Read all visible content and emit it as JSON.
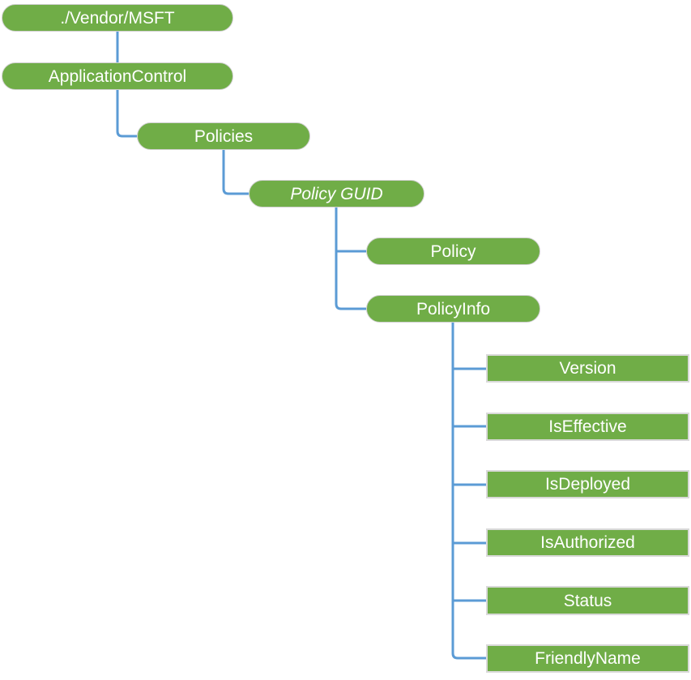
{
  "diagram": {
    "type": "tree",
    "colors": {
      "node_fill": "#70AD47",
      "node_text": "#FFFFFF",
      "connector_line": "#5B9BD5",
      "leaf_border": "#D9D9D9"
    },
    "nodes": {
      "vendor_msft": {
        "label": "./Vendor/MSFT",
        "shape": "rounded",
        "parent": null
      },
      "application_control": {
        "label": "ApplicationControl",
        "shape": "rounded",
        "parent": "vendor_msft"
      },
      "policies": {
        "label": "Policies",
        "shape": "rounded",
        "parent": "application_control"
      },
      "policy_guid": {
        "label": "Policy GUID",
        "shape": "rounded",
        "style": "italic",
        "parent": "policies"
      },
      "policy": {
        "label": "Policy",
        "shape": "rounded",
        "parent": "policy_guid"
      },
      "policy_info": {
        "label": "PolicyInfo",
        "shape": "rounded",
        "parent": "policy_guid"
      },
      "version": {
        "label": "Version",
        "shape": "rectangle",
        "parent": "policy_info"
      },
      "is_effective": {
        "label": "IsEffective",
        "shape": "rectangle",
        "parent": "policy_info"
      },
      "is_deployed": {
        "label": "IsDeployed",
        "shape": "rectangle",
        "parent": "policy_info"
      },
      "is_authorized": {
        "label": "IsAuthorized",
        "shape": "rectangle",
        "parent": "policy_info"
      },
      "status": {
        "label": "Status",
        "shape": "rectangle",
        "parent": "policy_info"
      },
      "friendly_name": {
        "label": "FriendlyName",
        "shape": "rectangle",
        "parent": "policy_info"
      }
    }
  }
}
